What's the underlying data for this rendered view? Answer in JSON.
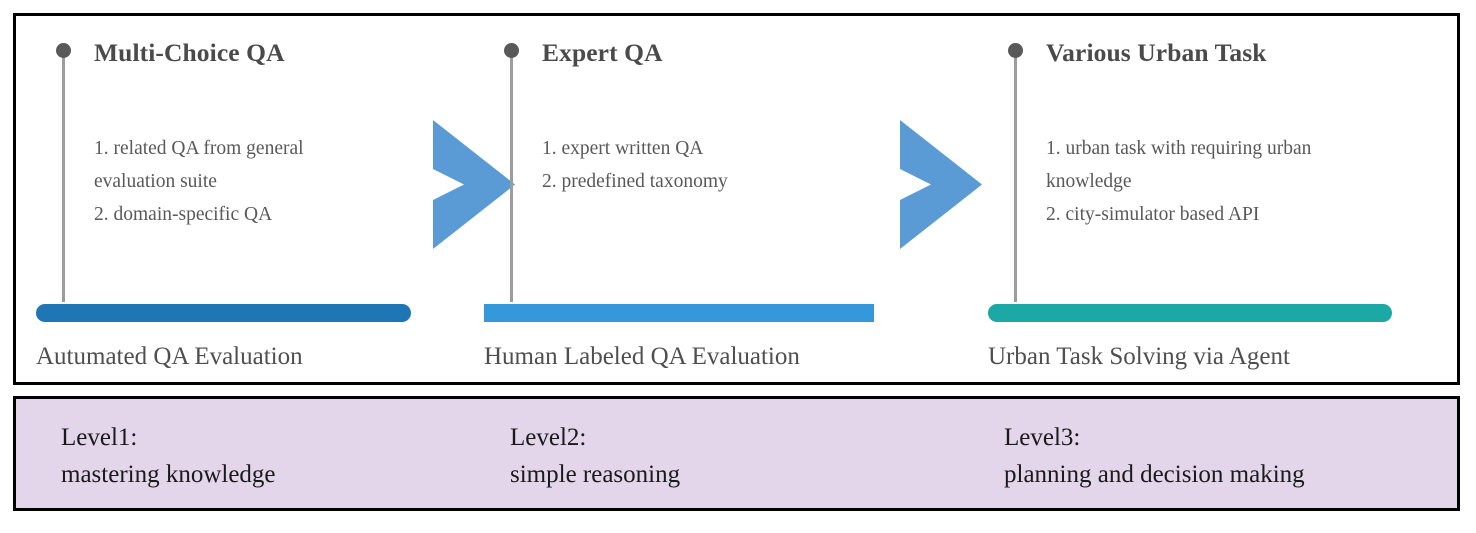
{
  "diagram": {
    "stages": [
      {
        "title": "Multi-Choice QA",
        "lines": [
          "1. related QA from general",
          "evaluation suite",
          "2. domain-specific QA"
        ],
        "caption": "Autumated QA Evaluation",
        "bar_color": "#1F76B4",
        "bar_shape": "rounded"
      },
      {
        "title": "Expert QA",
        "lines": [
          "1. expert written QA",
          "2. predefined taxonomy"
        ],
        "caption": "Human Labeled QA Evaluation",
        "bar_color": "#3498DB",
        "bar_shape": "square"
      },
      {
        "title": "Various Urban Task",
        "lines": [
          "1. urban task with requiring urban",
          "knowledge",
          "2. city-simulator based API"
        ],
        "caption": "Urban Task Solving via Agent",
        "bar_color": "#1CA8A4",
        "bar_shape": "rounded"
      }
    ],
    "arrows": [
      {
        "name": "chevron-right-icon",
        "color": "#5B9BD5"
      },
      {
        "name": "chevron-right-icon",
        "color": "#5B9BD5"
      }
    ],
    "levels": [
      {
        "head": "Level1:",
        "desc": "mastering knowledge"
      },
      {
        "head": "Level2:",
        "desc": "simple reasoning"
      },
      {
        "head": "Level3:",
        "desc": "planning and decision making"
      }
    ],
    "colors": {
      "panel_border": "#000000",
      "level_panel_background": "#E3D5EA",
      "stem": "#9C9C9C",
      "stem_dot": "#595959",
      "title_text": "#4A4A4A",
      "body_text": "#595959",
      "level_text": "#1A1A1A"
    }
  }
}
